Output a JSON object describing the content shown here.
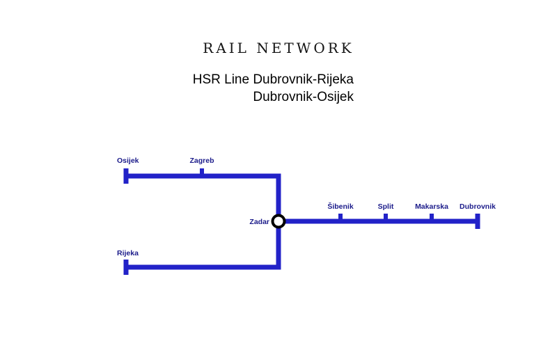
{
  "header": {
    "title": "RAIL NETWORK",
    "subtitle_lines": [
      "HSR Line Dubrovnik-Rijeka",
      "Dubrovnik-Osijek"
    ]
  },
  "colors": {
    "background": "#ffffff",
    "rail_line": "#2222c8",
    "station_label": "#1b1b8a",
    "junction_ring": "#000000",
    "junction_fill": "#ffffff",
    "title_text": "#141414"
  },
  "network": {
    "stations": [
      {
        "name": "Osijek",
        "type": "terminus"
      },
      {
        "name": "Zagreb",
        "type": "intermediate"
      },
      {
        "name": "Zadar",
        "type": "junction"
      },
      {
        "name": "Rijeka",
        "type": "terminus"
      },
      {
        "name": "Šibenik",
        "type": "intermediate"
      },
      {
        "name": "Split",
        "type": "intermediate"
      },
      {
        "name": "Makarska",
        "type": "intermediate"
      },
      {
        "name": "Dubrovnik",
        "type": "terminus"
      }
    ],
    "routes": [
      {
        "name": "Dubrovnik-Rijeka",
        "stations": [
          "Dubrovnik",
          "Makarska",
          "Split",
          "Šibenik",
          "Zadar",
          "Rijeka"
        ]
      },
      {
        "name": "Dubrovnik-Osijek",
        "stations": [
          "Dubrovnik",
          "Makarska",
          "Split",
          "Šibenik",
          "Zadar",
          "Zagreb",
          "Osijek"
        ]
      }
    ]
  }
}
